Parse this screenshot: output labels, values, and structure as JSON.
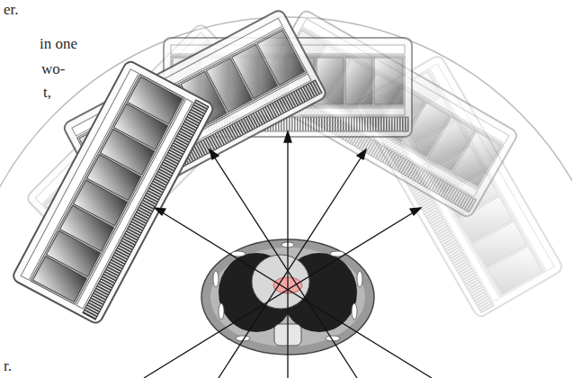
{
  "diagram": {
    "labels": [
      "er.",
      "in one",
      "wo-",
      "t,",
      "r."
    ]
  }
}
